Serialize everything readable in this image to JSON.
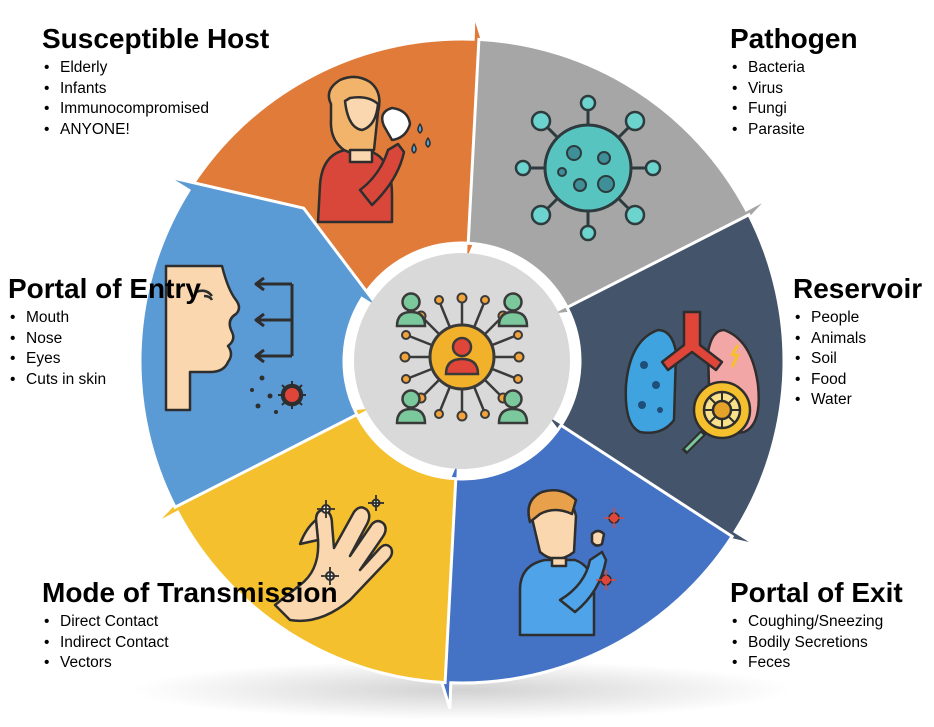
{
  "colors": {
    "host": "#E07B39",
    "pathogen": "#A6A6A6",
    "reservoir": "#44546A",
    "exit": "#4472C4",
    "transmission": "#F5C02E",
    "entry": "#5B9BD5",
    "center": "#D9D9D9"
  },
  "segments": [
    {
      "key": "host",
      "title": "Susceptible Host",
      "items": [
        "Elderly",
        "Infants",
        "Immunocompromised",
        "ANYONE!"
      ]
    },
    {
      "key": "pathogen",
      "title": "Pathogen",
      "items": [
        "Bacteria",
        "Virus",
        "Fungi",
        "Parasite"
      ]
    },
    {
      "key": "reservoir",
      "title": "Reservoir",
      "items": [
        "People",
        "Animals",
        "Soil",
        "Food",
        "Water"
      ]
    },
    {
      "key": "exit",
      "title": "Portal of Exit",
      "items": [
        "Coughing/Sneezing",
        "Bodily Secretions",
        "Feces"
      ]
    },
    {
      "key": "transmission",
      "title": "Mode of Transmission",
      "items": [
        "Direct Contact",
        "Indirect Contact",
        "Vectors"
      ]
    },
    {
      "key": "entry",
      "title": "Portal of Entry",
      "items": [
        "Mouth",
        "Nose",
        "Eyes",
        "Cuts in skin"
      ]
    }
  ],
  "icons": {
    "host": "sneezing-woman-icon",
    "pathogen": "virus-icon",
    "reservoir": "lungs-magnifier-icon",
    "exit": "coughing-man-icon",
    "transmission": "contaminated-hand-icon",
    "entry": "face-profile-arrows-icon",
    "center": "infection-spread-network-icon"
  }
}
